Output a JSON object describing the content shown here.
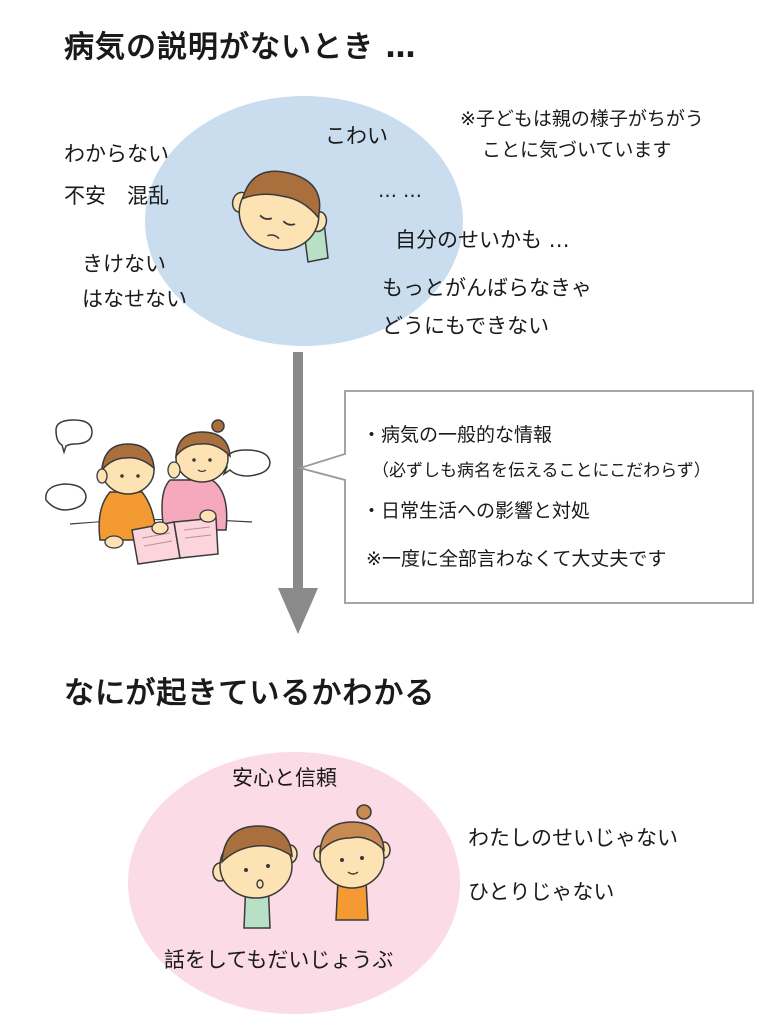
{
  "top": {
    "title": "病気の説明がないとき …",
    "note_line1": "※子どもは親の様子がちがう",
    "note_line2": "ことに気づいています",
    "words": {
      "wakaranai": "わからない",
      "fuan": "不安　混乱",
      "kikenai": "きけない",
      "hanasenai": "はなせない",
      "kowai": "こわい",
      "dots": "… …",
      "jibun": "自分のせいかも …",
      "motto": "もっとがんばらなきゃ",
      "dounimo": "どうにもできない"
    }
  },
  "callout": {
    "item1": "・病気の一般的な情報",
    "item1_sub": "（必ずしも病名を伝えることにこだわらず）",
    "item2": "・日常生活への影響と対処",
    "note": "※一度に全部言わなくて大丈夫です"
  },
  "bottom": {
    "title": "なにが起きているかわかる",
    "words": {
      "anshin": "安心と信頼",
      "watashi": "わたしのせいじゃない",
      "hitori": "ひとりじゃない",
      "hanashi": "話をしてもだいじょうぶ"
    }
  },
  "colors": {
    "top_blob": "#c9ddef",
    "bottom_blob": "#fbdbe6",
    "arrow": "#8a8a8a",
    "callout_border": "#9a9a9a",
    "skin": "#fde3b4",
    "hair": "#a9703e",
    "shirt_green": "#b7e0c6",
    "shirt_orange": "#f39a33",
    "shirt_pink": "#f6a9bd"
  }
}
